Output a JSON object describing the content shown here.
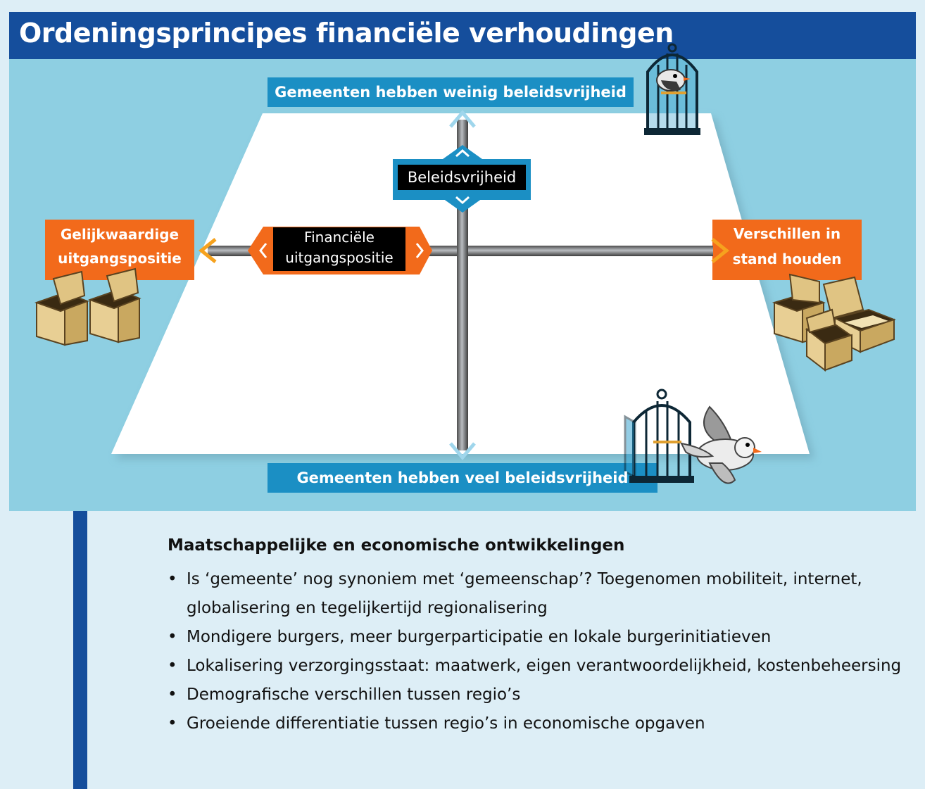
{
  "header": {
    "title": "Ordeningsprincipes financiële verhoudingen"
  },
  "diagram": {
    "top_label": "Gemeenten hebben weinig beleidsvrijheid",
    "bottom_label": "Gemeenten hebben veel beleidsvrijheid",
    "left_label_line1": "Gelijkwaardige",
    "left_label_line2": "uitgangspositie",
    "right_label_line1": "Verschillen in",
    "right_label_line2": "stand houden",
    "vertical_axis_label": "Beleidsvrijheid",
    "horizontal_axis_label_line1": "Financiële",
    "horizontal_axis_label_line2": "uitgangspositie",
    "colors": {
      "blue": "#1b8fc4",
      "orange": "#f26a1b",
      "navy": "#154e9c",
      "panel": "#8ecfe2"
    },
    "icons": [
      "caged-bird-icon",
      "open-cage-icon",
      "flying-bird-icon",
      "equal-boxes-icon",
      "unequal-boxes-icon"
    ]
  },
  "developments": {
    "title": "Maatschappelijke en economische ontwikkelingen",
    "bullet_glyph": "•",
    "items": [
      "Is ‘gemeente’ nog synoniem met ‘gemeenschap’? Toegenomen mobiliteit, internet, globalisering en tegelijkertijd regionalisering",
      "Mondigere burgers, meer burgerparticipatie en lokale burgerinitiatieven",
      "Lokalisering verzorgingsstaat: maatwerk, eigen verantwoordelijkheid, kostenbeheersing",
      "Demografische verschillen tussen regio’s",
      "Groeiende differentiatie tussen regio’s in economische opgaven"
    ]
  }
}
